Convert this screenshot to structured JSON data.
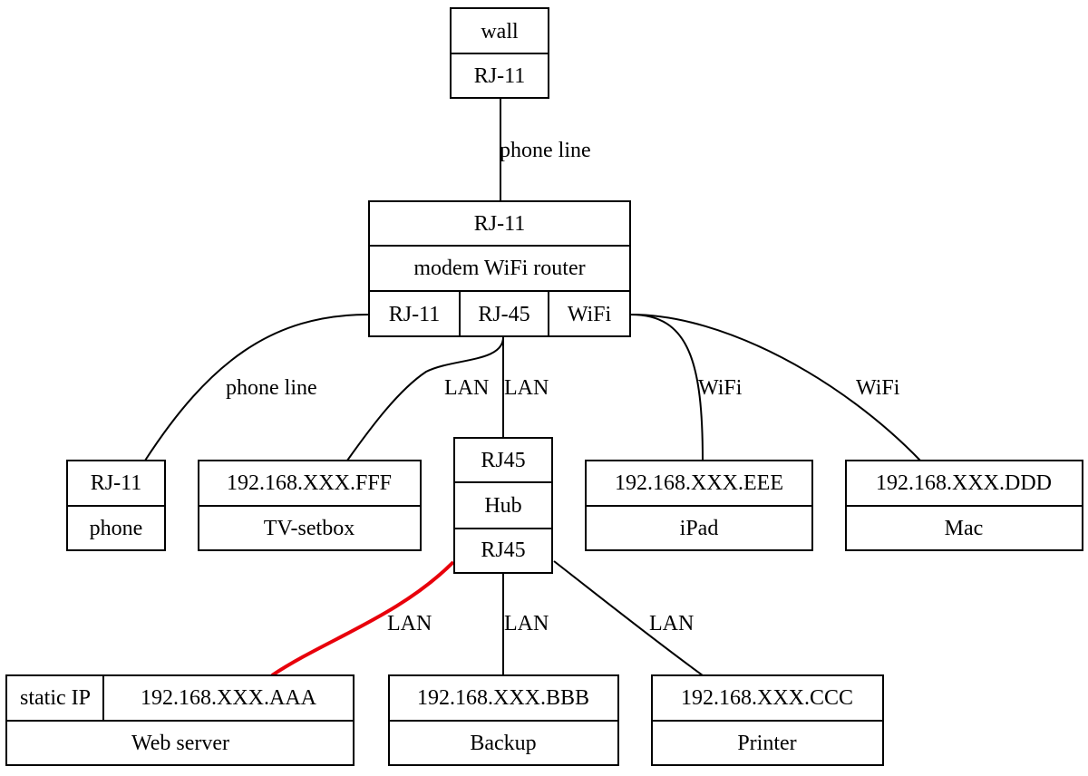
{
  "diagram": {
    "title": "Home network diagram",
    "highlight_color": "#e8000b",
    "line_color": "#000000",
    "nodes": {
      "wall": {
        "cells": [
          "wall",
          "RJ-11"
        ]
      },
      "router": {
        "top": "RJ-11",
        "name": "modem WiFi router",
        "ports": [
          "RJ-11",
          "RJ-45",
          "WiFi"
        ]
      },
      "phone": {
        "cells": [
          "RJ-11",
          "phone"
        ]
      },
      "tv": {
        "cells": [
          "192.168.XXX.FFF",
          "TV-setbox"
        ]
      },
      "hub": {
        "cells": [
          "RJ45",
          "Hub",
          "RJ45"
        ]
      },
      "ipad": {
        "cells": [
          "192.168.XXX.EEE",
          "iPad"
        ]
      },
      "mac": {
        "cells": [
          "192.168.XXX.DDD",
          "Mac"
        ]
      },
      "webserver": {
        "top": [
          "static IP",
          "192.168.XXX.AAA"
        ],
        "name": "Web server"
      },
      "backup": {
        "cells": [
          "192.168.XXX.BBB",
          "Backup"
        ]
      },
      "printer": {
        "cells": [
          "192.168.XXX.CCC",
          "Printer"
        ]
      }
    },
    "edges": [
      {
        "from": "wall.RJ-11",
        "to": "router.RJ-11",
        "label": "phone line",
        "highlight": false
      },
      {
        "from": "router.RJ-11",
        "to": "phone.RJ-11",
        "label": "phone line",
        "highlight": false
      },
      {
        "from": "router.RJ-45",
        "to": "tv",
        "label": "LAN",
        "highlight": false
      },
      {
        "from": "router.RJ-45",
        "to": "hub.RJ45",
        "label": "LAN",
        "highlight": false
      },
      {
        "from": "router.WiFi",
        "to": "ipad",
        "label": "WiFi",
        "highlight": false
      },
      {
        "from": "router.WiFi",
        "to": "mac",
        "label": "WiFi",
        "highlight": false
      },
      {
        "from": "hub.RJ45",
        "to": "webserver",
        "label": "LAN",
        "highlight": true
      },
      {
        "from": "hub.RJ45",
        "to": "backup",
        "label": "LAN",
        "highlight": false
      },
      {
        "from": "hub.RJ45",
        "to": "printer",
        "label": "LAN",
        "highlight": false
      }
    ]
  }
}
